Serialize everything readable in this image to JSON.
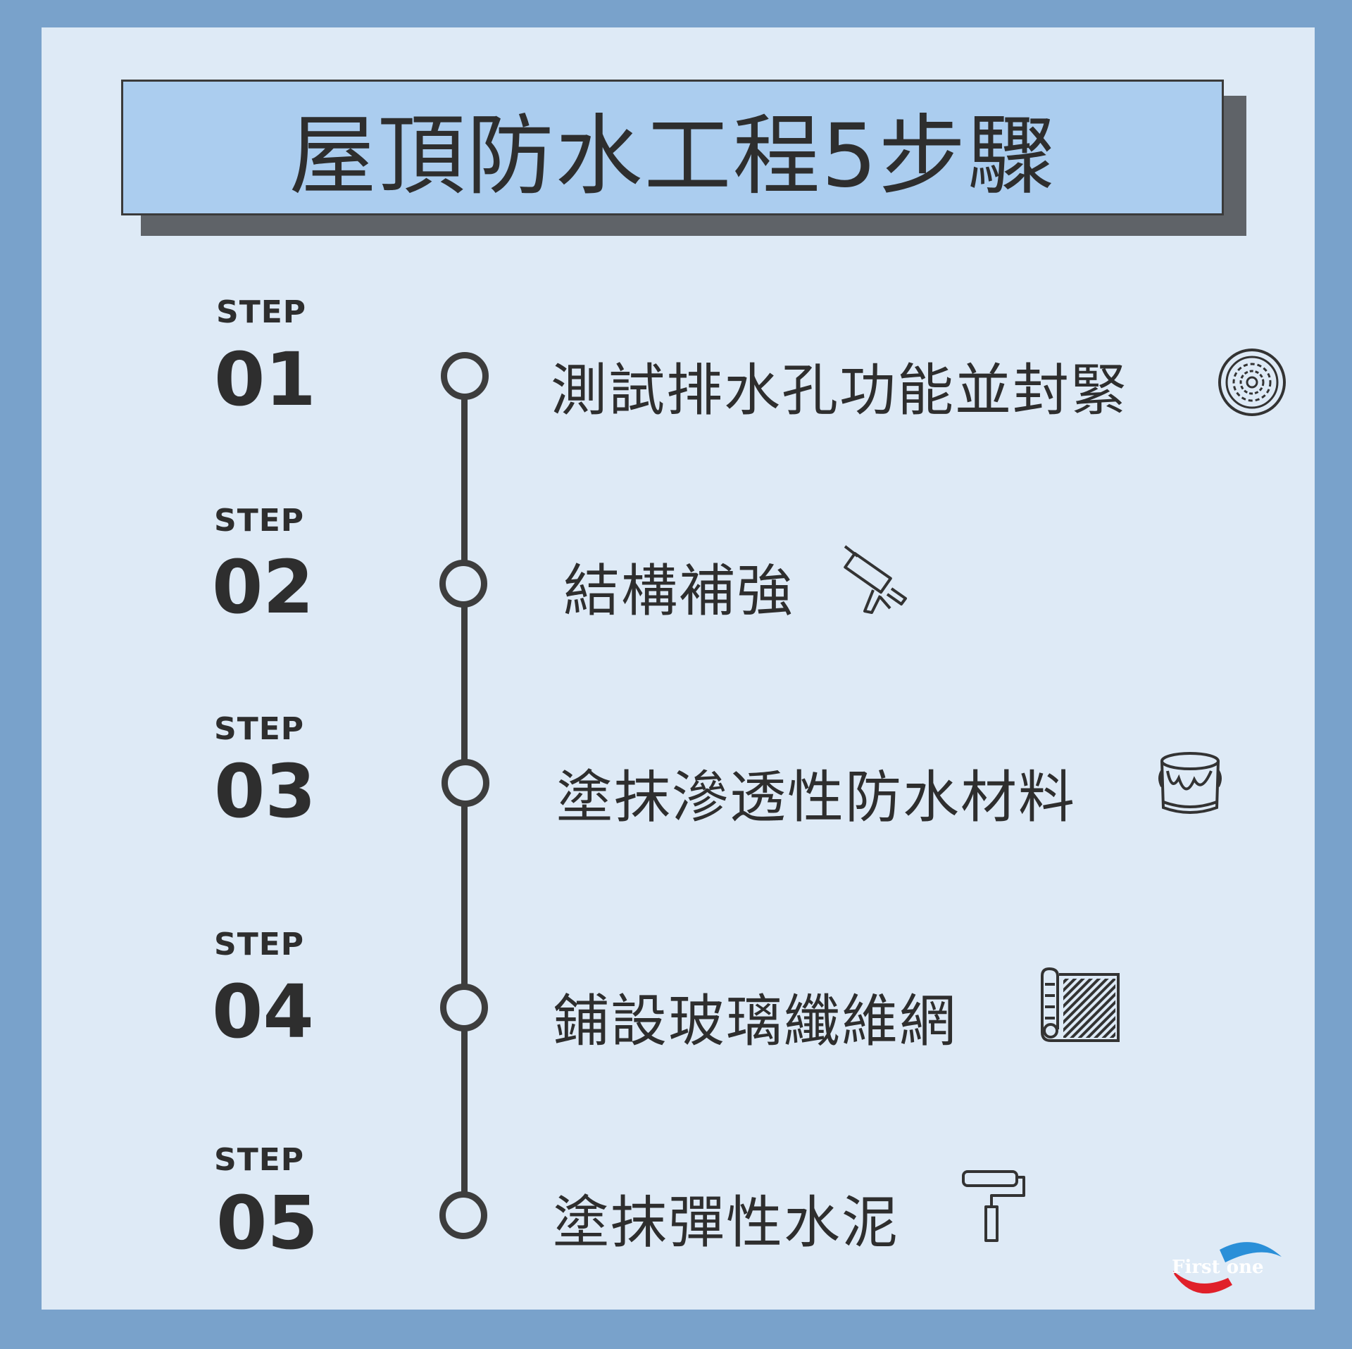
{
  "title": "屋頂防水工程5步驟",
  "step_label": "STEP",
  "steps": [
    {
      "number": "01",
      "text": "測試排水孔功能並封緊",
      "icon": "drain-icon"
    },
    {
      "number": "02",
      "text": "結構補強",
      "icon": "caulk-gun-icon"
    },
    {
      "number": "03",
      "text": "塗抹滲透性防水材料",
      "icon": "paint-bucket-icon"
    },
    {
      "number": "04",
      "text": "鋪設玻璃纖維網",
      "icon": "fiber-mesh-roll-icon"
    },
    {
      "number": "05",
      "text": "塗抹彈性水泥",
      "icon": "paint-roller-icon"
    }
  ],
  "logo": {
    "text": "First one",
    "colors": {
      "blue": "#2a8fd8",
      "red": "#e0202a"
    }
  },
  "colors": {
    "border": "#79a2cb",
    "panel": "#deeaf6",
    "title_bg": "#abcdef",
    "ink": "#2e2e2e"
  }
}
